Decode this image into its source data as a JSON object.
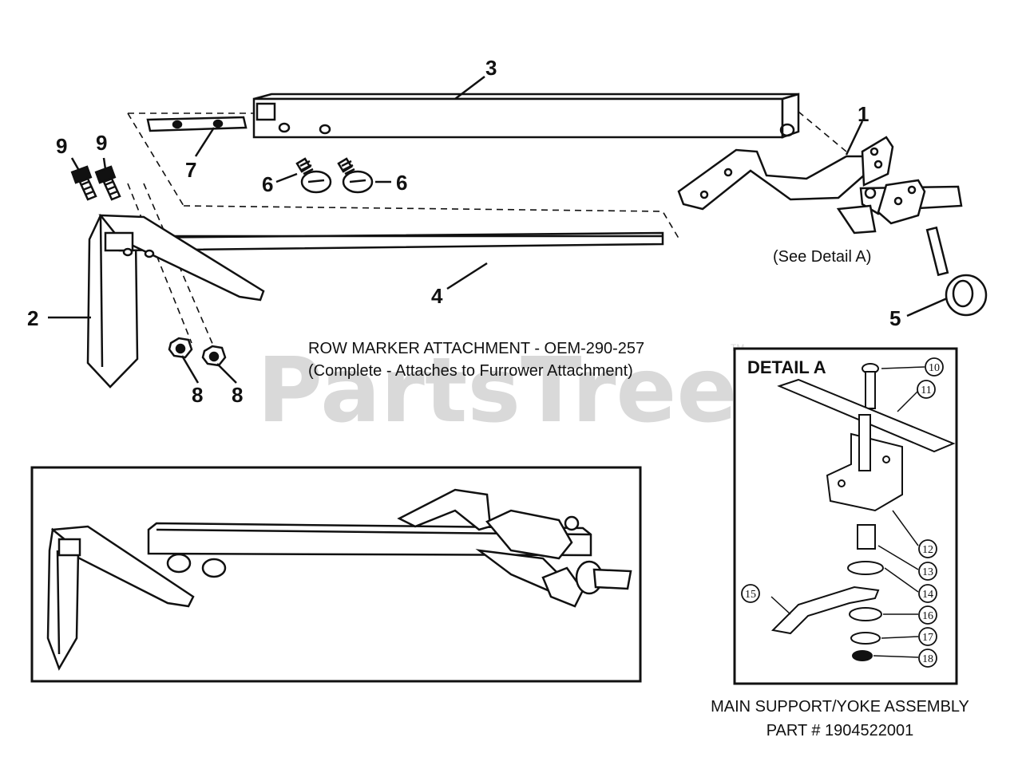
{
  "watermark": {
    "text": "PartsTree",
    "tm": "TM"
  },
  "title": {
    "line1": "ROW MARKER ATTACHMENT -  OEM-290-257",
    "line2": "(Complete -  Attaches to Furrower Attachment)"
  },
  "main_callouts": {
    "c1": "1",
    "c2": "2",
    "c3": "3",
    "c4": "4",
    "c5": "5",
    "c6a": "6",
    "c6b": "6",
    "c7": "7",
    "c8a": "8",
    "c8b": "8",
    "c9a": "9",
    "c9b": "9"
  },
  "see_detail": "(See Detail A)",
  "detail": {
    "title": "DETAIL A",
    "callouts": {
      "d10": "10",
      "d11": "11",
      "d12": "12",
      "d13": "13",
      "d14": "14",
      "d15": "15",
      "d16": "16",
      "d17": "17",
      "d18": "18"
    },
    "caption_line1": "MAIN SUPPORT/YOKE ASSEMBLY",
    "caption_line2": "PART # 1904522001"
  },
  "colors": {
    "ink": "#111111",
    "watermark": "#d9d9d9",
    "background": "#ffffff"
  }
}
